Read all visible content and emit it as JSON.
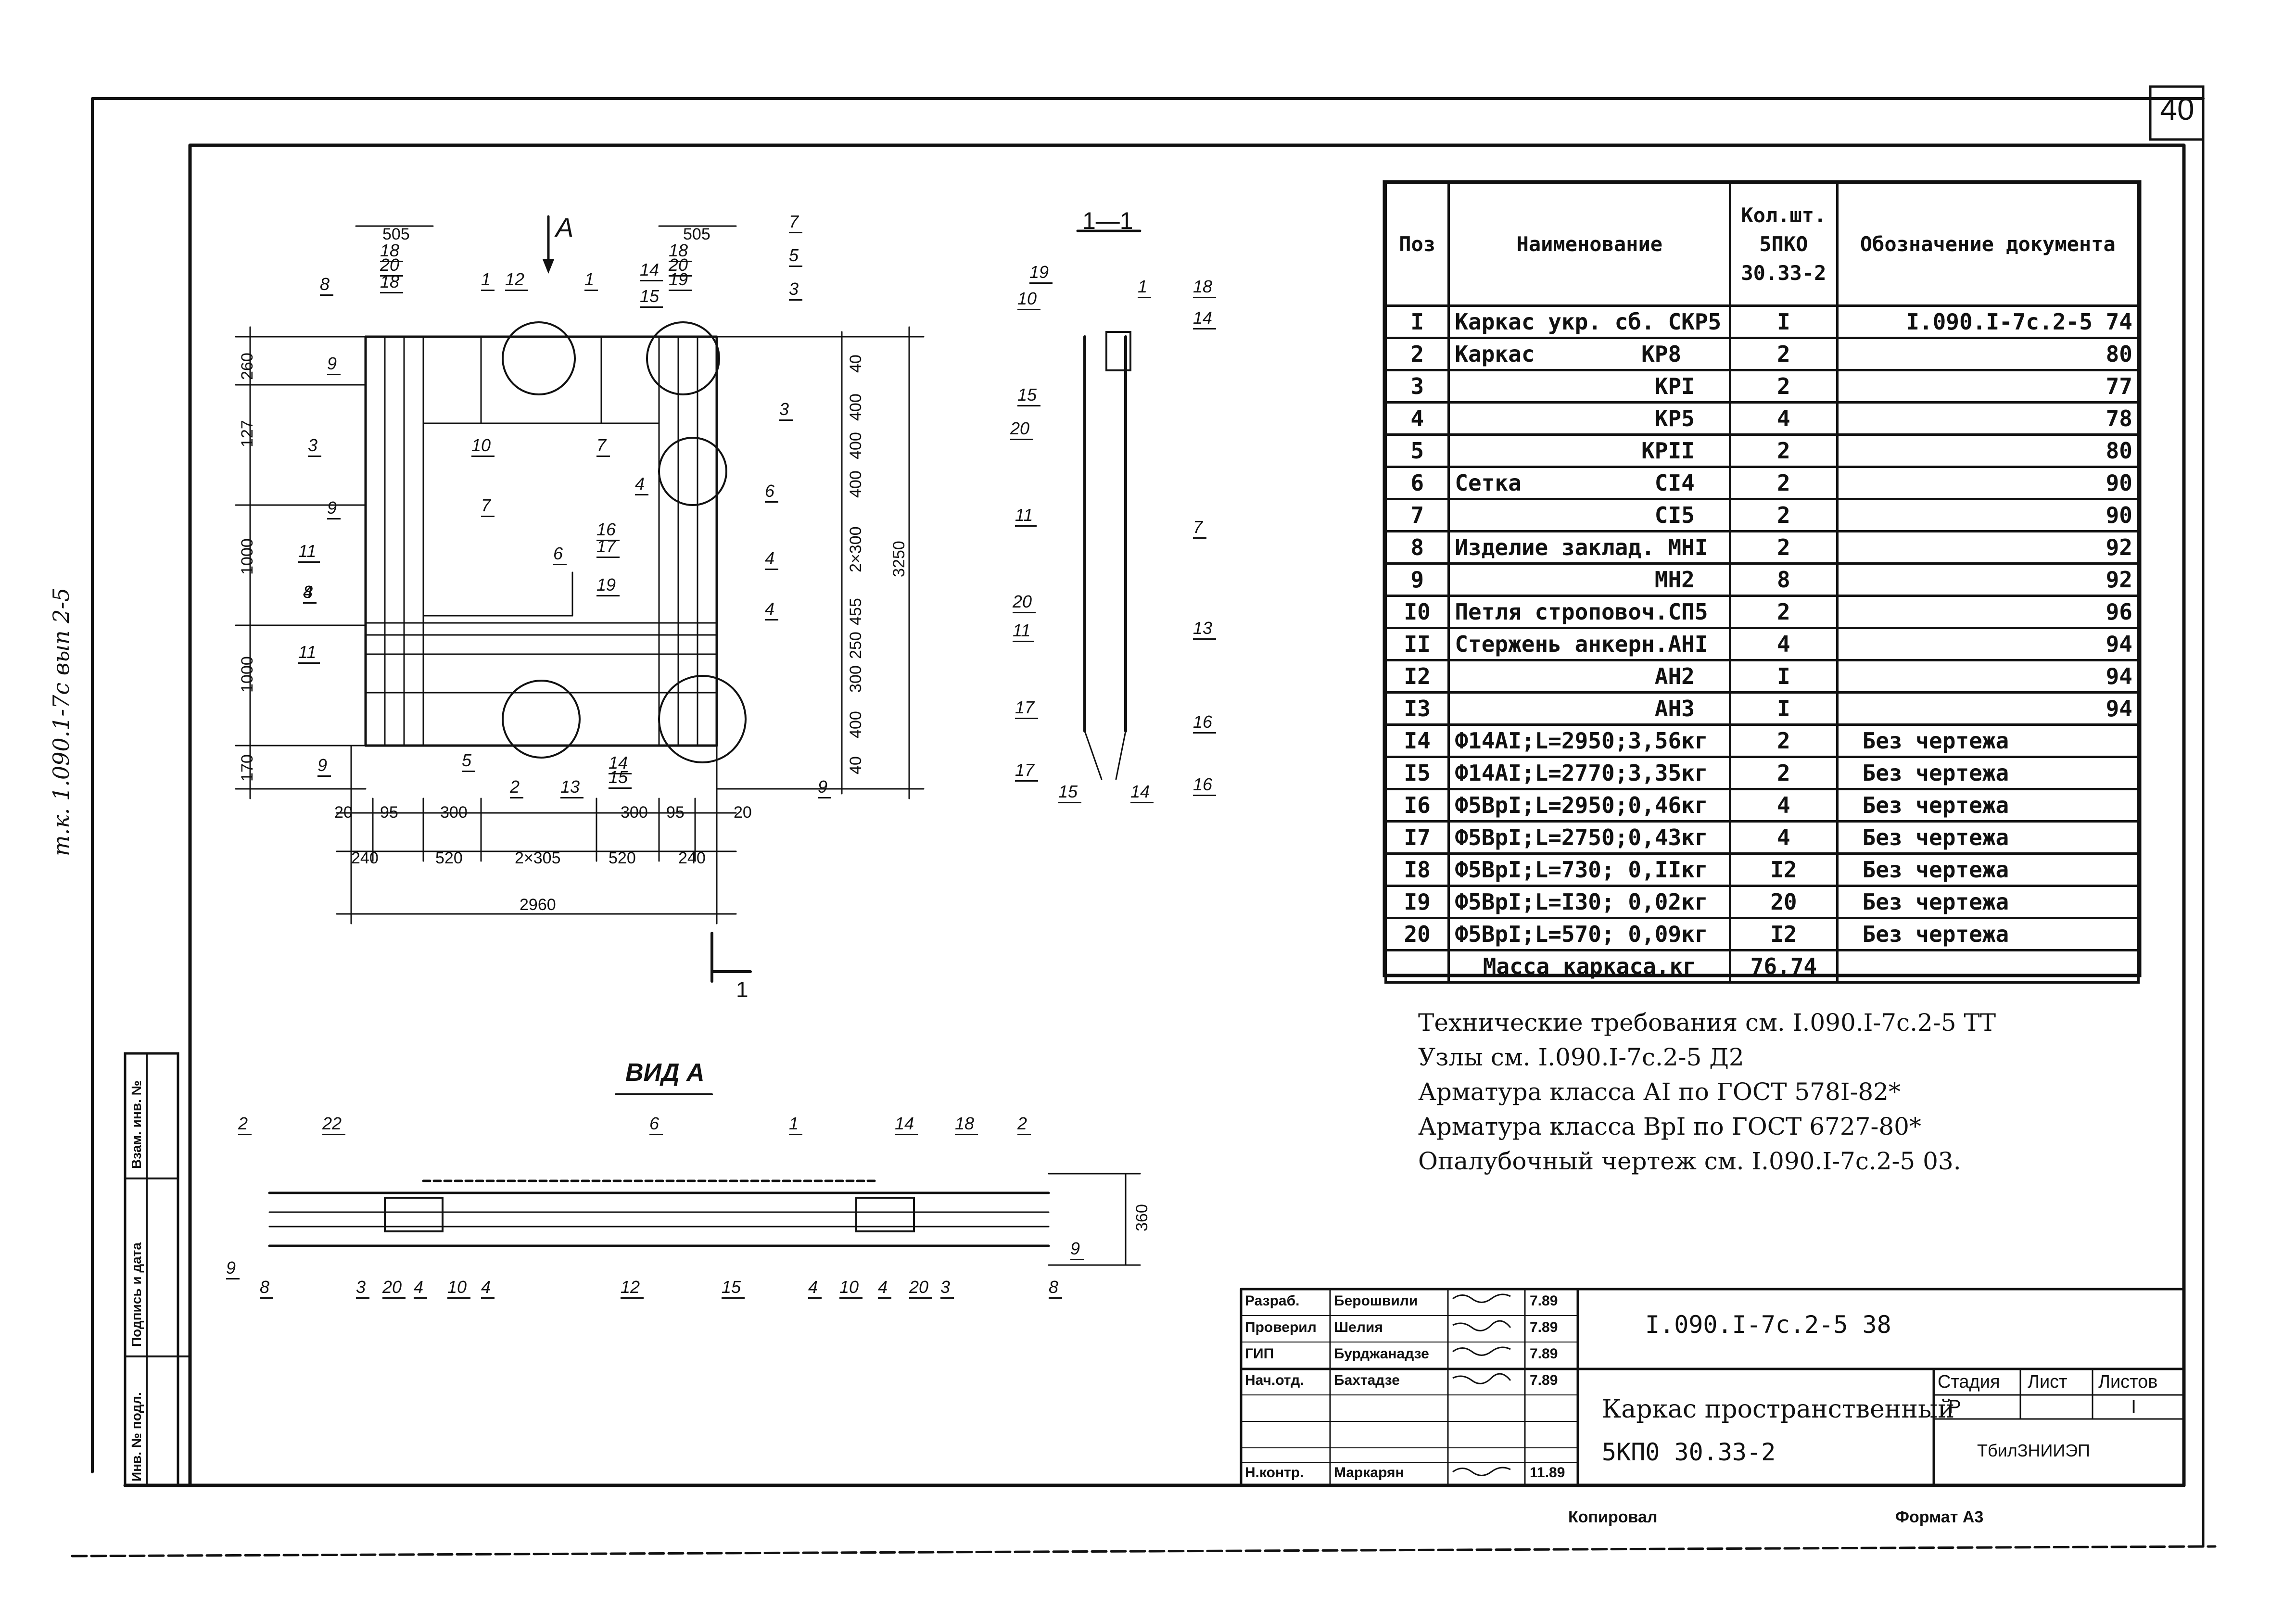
{
  "sheet_number": "40",
  "side_stamp": "т.к. 1.090.1-7с вып 2-5",
  "left_stamp_labels": [
    "Инв. № подл.",
    "Подпись и дата",
    "Взам. инв. №"
  ],
  "views": {
    "section_label": "1—1",
    "view_a_label": "ВИД А",
    "arrow_label_a": "А",
    "cut_label": "1"
  },
  "plan_dims": {
    "top_left": "505",
    "top_right": "505",
    "overall_width": "2960",
    "overall_height": "3250",
    "bottom_row1": [
      "20",
      "95",
      "300",
      "300",
      "95",
      "20"
    ],
    "bottom_row2": [
      "240",
      "520",
      "2×305",
      "520",
      "240"
    ],
    "left": [
      "260",
      "127",
      "1000",
      "1000",
      "170"
    ],
    "right": [
      "40",
      "400",
      "400",
      "400",
      "2×300",
      "455",
      "250",
      "300",
      "400",
      "40"
    ],
    "view_height": "360"
  },
  "plan_callouts": [
    "18",
    "20",
    "18",
    "8",
    "1",
    "12",
    "1",
    "14",
    "15",
    "18",
    "20",
    "19",
    "7",
    "5",
    "3",
    "9",
    "3",
    "10",
    "7",
    "9",
    "11",
    "7",
    "4",
    "16",
    "17",
    "19",
    "6",
    "4",
    "4",
    "11",
    "9",
    "5",
    "2",
    "13",
    "14",
    "15",
    "9",
    "3",
    "8",
    "4",
    "6"
  ],
  "section_callouts": [
    "19",
    "10",
    "15",
    "20",
    "11",
    "20",
    "11",
    "17",
    "17",
    "15",
    "14",
    "16",
    "16",
    "13",
    "7",
    "14",
    "18",
    "1"
  ],
  "view_a_callouts": [
    "2",
    "22",
    "6",
    "1",
    "14",
    "18",
    "2",
    "9",
    "9",
    "8",
    "3",
    "20",
    "4",
    "10",
    "4",
    "12",
    "15",
    "4",
    "10",
    "4",
    "20",
    "3",
    "8"
  ],
  "table": {
    "headers": {
      "pos": "Поз",
      "name": "Наименование",
      "qty": "Кол.шт. 5ПКО 30.33-2",
      "doc": "Обозначение документа"
    },
    "rows": [
      {
        "pos": "I",
        "name": "Каркас укр. сб. СКР5",
        "qty": "I",
        "doc": "I.090.I-7с.2-5 74",
        "doc_align": "right"
      },
      {
        "pos": "2",
        "name": "Каркас        КР8",
        "qty": "2",
        "doc": "80",
        "doc_align": "right"
      },
      {
        "pos": "3",
        "name": "               КРI",
        "qty": "2",
        "doc": "77",
        "doc_align": "right"
      },
      {
        "pos": "4",
        "name": "               КР5",
        "qty": "4",
        "doc": "78",
        "doc_align": "right"
      },
      {
        "pos": "5",
        "name": "              КРII",
        "qty": "2",
        "doc": "80",
        "doc_align": "right"
      },
      {
        "pos": "6",
        "name": "Сетка          СI4",
        "qty": "2",
        "doc": "90",
        "doc_align": "right"
      },
      {
        "pos": "7",
        "name": "               СI5",
        "qty": "2",
        "doc": "90",
        "doc_align": "right"
      },
      {
        "pos": "8",
        "name": "Изделие заклад. МНI",
        "qty": "2",
        "doc": "92",
        "doc_align": "right"
      },
      {
        "pos": "9",
        "name": "               МН2",
        "qty": "8",
        "doc": "92",
        "doc_align": "right"
      },
      {
        "pos": "I0",
        "name": "Петля строповоч.СП5",
        "qty": "2",
        "doc": "96",
        "doc_align": "right"
      },
      {
        "pos": "II",
        "name": "Стержень анкерн.АНI",
        "qty": "4",
        "doc": "94",
        "doc_align": "right"
      },
      {
        "pos": "I2",
        "name": "               АН2",
        "qty": "I",
        "doc": "94",
        "doc_align": "right"
      },
      {
        "pos": "I3",
        "name": "               АН3",
        "qty": "I",
        "doc": "94",
        "doc_align": "right"
      },
      {
        "pos": "I4",
        "name": "Ф14АI;L=2950;3,56кг",
        "qty": "2",
        "doc": "Без чертежа",
        "doc_align": "left"
      },
      {
        "pos": "I5",
        "name": "Ф14АI;L=2770;3,35кг",
        "qty": "2",
        "doc": "Без чертежа",
        "doc_align": "left"
      },
      {
        "pos": "I6",
        "name": "Ф5ВрI;L=2950;0,46кг",
        "qty": "4",
        "doc": "Без чертежа",
        "doc_align": "left"
      },
      {
        "pos": "I7",
        "name": "Ф5ВрI;L=2750;0,43кг",
        "qty": "4",
        "doc": "Без чертежа",
        "doc_align": "left"
      },
      {
        "pos": "I8",
        "name": "Ф5ВрI;L=730; 0,IIкг",
        "qty": "I2",
        "doc": "Без чертежа",
        "doc_align": "left"
      },
      {
        "pos": "I9",
        "name": "Ф5ВрI;L=I30; 0,02кг",
        "qty": "20",
        "doc": "Без чертежа",
        "doc_align": "left"
      },
      {
        "pos": "20",
        "name": "Ф5ВрI;L=570; 0,09кг",
        "qty": "I2",
        "doc": "Без чертежа",
        "doc_align": "left"
      }
    ],
    "total": {
      "label": "Масса каркаса,кг",
      "value": "76,74"
    }
  },
  "notes": [
    "Технические требования см. I.090.I-7с.2-5 ТТ",
    "Узлы см. I.090.I-7с.2-5 Д2",
    "Арматура класса АI по ГОСТ 578I-82*",
    "Арматура класса ВрI по ГОСТ 6727-80*",
    "Опалубочный чертеж см. I.090.I-7с.2-5 03."
  ],
  "title_block": {
    "roles": [
      "Разраб.",
      "Проверил",
      "ГИП",
      "Нач.отд.",
      "",
      "",
      "Н.контр."
    ],
    "names": [
      "Берошвили",
      "Шелия",
      "Бурджанадзе",
      "Бахтадзе",
      "",
      "",
      "Маркарян"
    ],
    "dates": [
      "7.89",
      "7.89",
      "7.89",
      "7.89",
      "",
      "",
      "11.89"
    ],
    "doc_code": "I.090.I-7с.2-5 38",
    "title_line1": "Каркас пространственный",
    "title_line2": "5КП0 30.33-2",
    "stage_label": "Стадия",
    "sheet_label": "Лист",
    "sheets_label": "Листов",
    "stage_value": "Р",
    "sheet_value": "",
    "sheets_value": "I",
    "org": "ТбилЗНИИЭП"
  },
  "footer": {
    "copied": "Копировал",
    "format": "Формат А3"
  }
}
